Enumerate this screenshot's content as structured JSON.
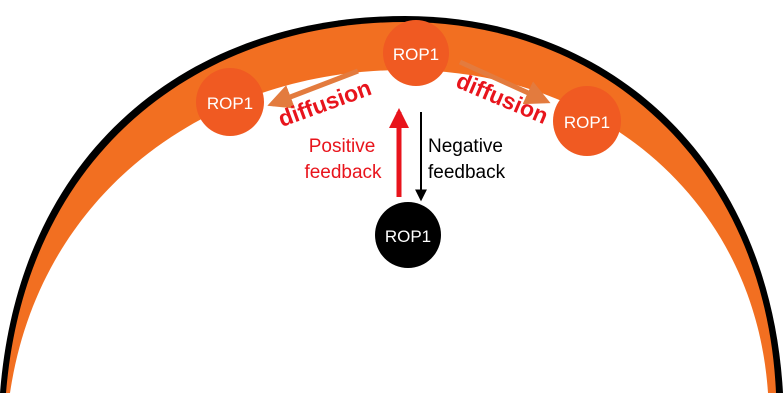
{
  "colors": {
    "membrane_outer": "#000000",
    "membrane_band": "#f26f21",
    "rop1_membrane_fill": "#f05a22",
    "rop1_cytosol_fill": "#000000",
    "diffusion_text": "#e8141c",
    "diffusion_arrow": "#e37b3e",
    "positive": "#e8141c",
    "negative": "#000000"
  },
  "nodes": {
    "rop1_top": "ROP1",
    "rop1_left": "ROP1",
    "rop1_right": "ROP1",
    "rop1_bottom": "ROP1"
  },
  "labels": {
    "diffusion_left": "diffusion",
    "diffusion_right": "diffusion",
    "positive_line1": "Positive",
    "positive_line2": "feedback",
    "negative_line1": "Negative",
    "negative_line2": "feedback"
  }
}
